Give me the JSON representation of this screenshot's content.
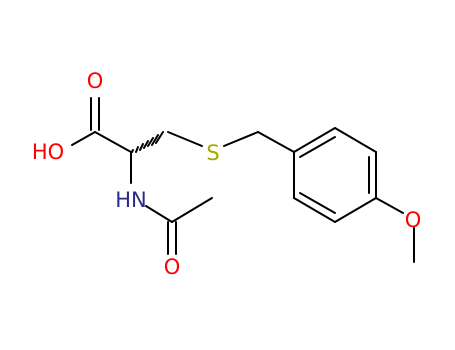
{
  "molecule": {
    "atoms": {
      "oxygen_carbonyl_acid": "O",
      "hydroxyl": "HO",
      "sulfur": "S",
      "amine": "HN",
      "oxygen_carbonyl_amide": "O",
      "oxygen_methoxy": "O"
    }
  },
  "colors": {
    "bond": "#000000",
    "oxygen": "#ff0000",
    "nitrogen": "#2b2b8c",
    "sulfur": "#a8a800",
    "background": "#ffffff"
  }
}
